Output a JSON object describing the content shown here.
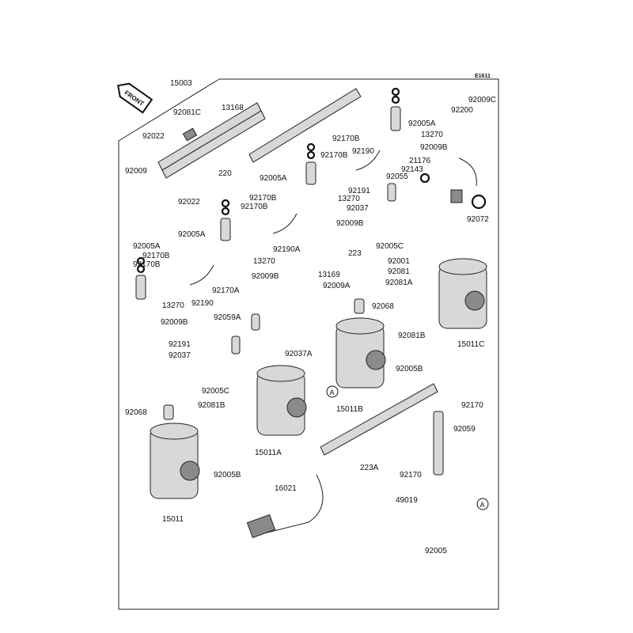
{
  "diagram": {
    "code": "E1611",
    "front_label": "FRONT",
    "ref_marker": "A",
    "callouts": [
      "15003",
      "92081C",
      "13168",
      "92022",
      "92009",
      "220",
      "92022",
      "92005A",
      "92170B",
      "92170B",
      "92005A",
      "92190A",
      "92170B",
      "92170B",
      "92190",
      "92005A",
      "13270",
      "92009B",
      "92200",
      "92009C",
      "21176",
      "92143",
      "92055",
      "92191",
      "13270",
      "92037",
      "92009B",
      "92005C",
      "92072",
      "92005A",
      "92170B",
      "92170B",
      "13270",
      "92009B",
      "223",
      "92001",
      "92081",
      "13169",
      "92081A",
      "92009A",
      "92170A",
      "92190",
      "13270",
      "92068",
      "92009B",
      "92059A",
      "92081B",
      "15011C",
      "92191",
      "92037",
      "92037A",
      "92005B",
      "92005C",
      "15011B",
      "92068",
      "92081B",
      "92170",
      "92059",
      "15011A",
      "223A",
      "92005B",
      "16021",
      "92170",
      "49019",
      "15011",
      "92005"
    ]
  }
}
